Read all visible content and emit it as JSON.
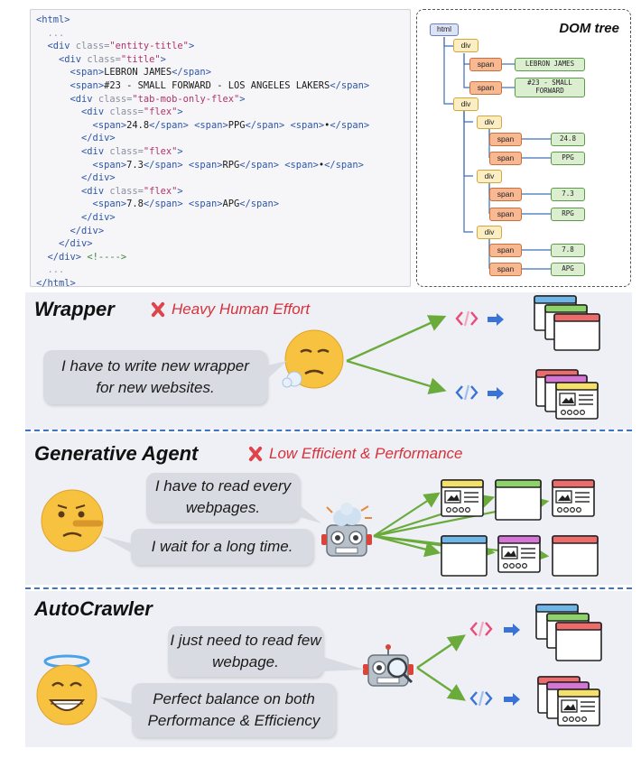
{
  "code": {
    "lines": [
      [
        {
          "t": "tag",
          "v": "<html>"
        }
      ],
      [
        {
          "t": "dots",
          "v": "  ..."
        }
      ],
      [
        {
          "t": "tag",
          "v": "  <div "
        },
        {
          "t": "attr",
          "v": "class="
        },
        {
          "t": "str",
          "v": "\"entity-title\""
        },
        {
          "t": "tag",
          "v": ">"
        }
      ],
      [
        {
          "t": "tag",
          "v": "    <div "
        },
        {
          "t": "attr",
          "v": "class="
        },
        {
          "t": "str",
          "v": "\"title\""
        },
        {
          "t": "tag",
          "v": ">"
        }
      ],
      [
        {
          "t": "tag",
          "v": "      <span>"
        },
        {
          "t": "txt",
          "v": "LEBRON JAMES"
        },
        {
          "t": "tag",
          "v": "</span>"
        }
      ],
      [
        {
          "t": "tag",
          "v": "      <span>"
        },
        {
          "t": "txt",
          "v": "#23 - SMALL FORWARD - LOS ANGELES LAKERS"
        },
        {
          "t": "tag",
          "v": "</span>"
        }
      ],
      [
        {
          "t": "tag",
          "v": "      <div "
        },
        {
          "t": "attr",
          "v": "class="
        },
        {
          "t": "str",
          "v": "\"tab-mob-only-flex\""
        },
        {
          "t": "tag",
          "v": ">"
        }
      ],
      [
        {
          "t": "tag",
          "v": "        <div "
        },
        {
          "t": "attr",
          "v": "class="
        },
        {
          "t": "str",
          "v": "\"flex\""
        },
        {
          "t": "tag",
          "v": ">"
        }
      ],
      [
        {
          "t": "tag",
          "v": "          <span>"
        },
        {
          "t": "txt",
          "v": "24.8"
        },
        {
          "t": "tag",
          "v": "</span> <span>"
        },
        {
          "t": "txt",
          "v": "PPG"
        },
        {
          "t": "tag",
          "v": "</span> <span>"
        },
        {
          "t": "txt",
          "v": "•"
        },
        {
          "t": "tag",
          "v": "</span>"
        }
      ],
      [
        {
          "t": "tag",
          "v": "        </div>"
        }
      ],
      [
        {
          "t": "tag",
          "v": "        <div "
        },
        {
          "t": "attr",
          "v": "class="
        },
        {
          "t": "str",
          "v": "\"flex\""
        },
        {
          "t": "tag",
          "v": ">"
        }
      ],
      [
        {
          "t": "tag",
          "v": "          <span>"
        },
        {
          "t": "txt",
          "v": "7.3"
        },
        {
          "t": "tag",
          "v": "</span> <span>"
        },
        {
          "t": "txt",
          "v": "RPG"
        },
        {
          "t": "tag",
          "v": "</span> <span>"
        },
        {
          "t": "txt",
          "v": "•"
        },
        {
          "t": "tag",
          "v": "</span>"
        }
      ],
      [
        {
          "t": "tag",
          "v": "        </div>"
        }
      ],
      [
        {
          "t": "tag",
          "v": "        <div "
        },
        {
          "t": "attr",
          "v": "class="
        },
        {
          "t": "str",
          "v": "\"flex\""
        },
        {
          "t": "tag",
          "v": ">"
        }
      ],
      [
        {
          "t": "tag",
          "v": "          <span>"
        },
        {
          "t": "txt",
          "v": "7.8"
        },
        {
          "t": "tag",
          "v": "</span> <span>"
        },
        {
          "t": "txt",
          "v": "APG"
        },
        {
          "t": "tag",
          "v": "</span>"
        }
      ],
      [
        {
          "t": "tag",
          "v": "        </div>"
        }
      ],
      [
        {
          "t": "tag",
          "v": "      </div>"
        }
      ],
      [
        {
          "t": "tag",
          "v": "    </div>"
        }
      ],
      [
        {
          "t": "tag",
          "v": "  </div> "
        },
        {
          "t": "cmt",
          "v": "<!---->"
        }
      ],
      [
        {
          "t": "dots",
          "v": "  ..."
        }
      ],
      [
        {
          "t": "tag",
          "v": "</html>"
        }
      ]
    ]
  },
  "dom_tree": {
    "title": "DOM tree",
    "root": "html",
    "div_label": "div",
    "span_label": "span",
    "leaves": [
      "LEBRON JAMES",
      "#23 - SMALL FORWARD",
      "24.8",
      "PPG",
      "7.3",
      "RPG",
      "7.8",
      "APG"
    ]
  },
  "panels": {
    "wrapper": {
      "title": "Wrapper",
      "badge": "Heavy Human Effort",
      "bubble": "I have to write new wrapper for new websites."
    },
    "generative": {
      "title": "Generative Agent",
      "badge": "Low Efficient & Performance",
      "bubble1": "I have to read every webpages.",
      "bubble2": "I wait for a long time."
    },
    "autocrawler": {
      "title": "AutoCrawler",
      "bubble1": "I just need to read few webpage.",
      "bubble2": "Perfect balance on both Performance & Efficiency"
    }
  },
  "colors": {
    "panel_bg": "#eef0f5",
    "arrow_green": "#6aab3c",
    "badge_red": "#d6323a",
    "separator_blue": "#3f74c4",
    "code_pink": "#e84b7a",
    "code_blue": "#3a73d6"
  }
}
